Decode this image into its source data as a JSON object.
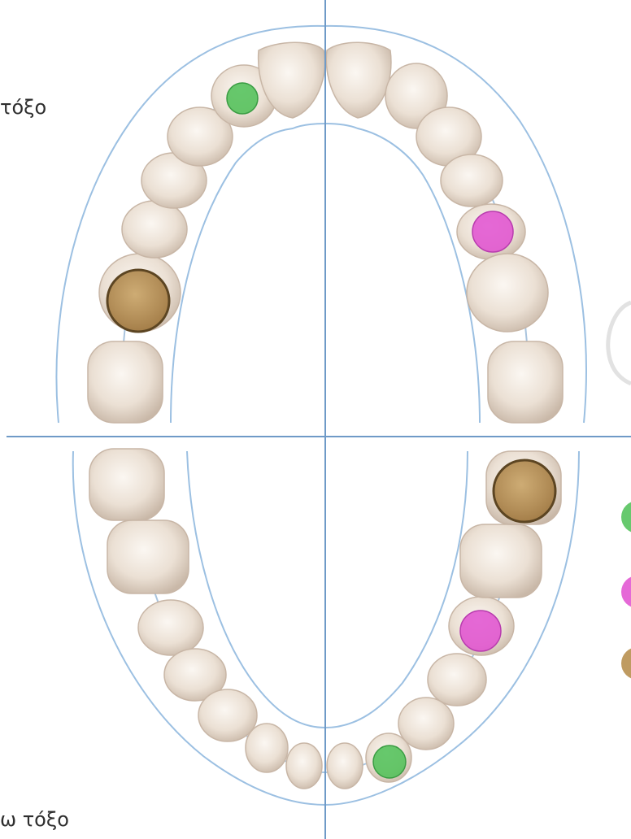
{
  "labels": {
    "upper_arch": "τόξο",
    "lower_arch": "ω τόξο"
  },
  "colors": {
    "green_marker": "#4cbf55",
    "magenta_marker": "#e14fd0",
    "gold_marker": "#b48a45",
    "axis_line": "#6f9ac7",
    "gum_outline": "#9cc0e2",
    "tooth_fill": "#ece2d8"
  },
  "legend_markers": [
    "green",
    "magenta",
    "gold"
  ]
}
